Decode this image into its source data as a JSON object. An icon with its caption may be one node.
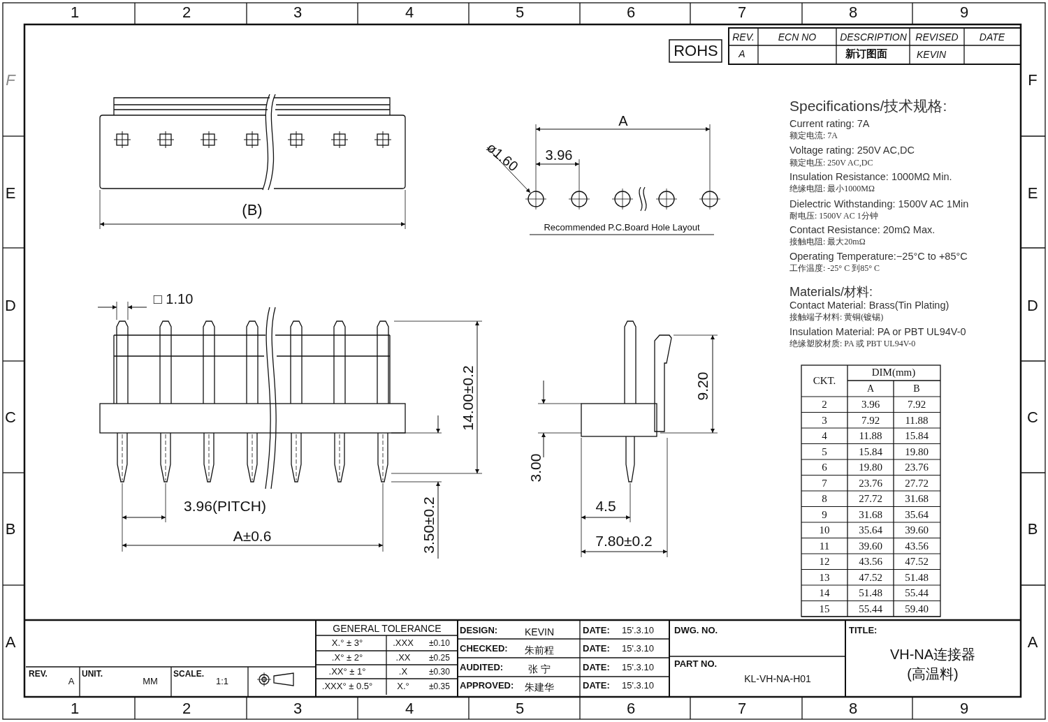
{
  "diagram": {
    "labels": [
      "1",
      "2",
      "3",
      "4",
      "5",
      "6",
      "7",
      "8",
      "9",
      "1",
      "2",
      "3",
      "4",
      "5",
      "6",
      "7",
      "8",
      "9",
      "F",
      "E",
      "D",
      "C",
      "B",
      "A",
      "F",
      "E",
      "D",
      "C",
      "B",
      "A",
      "ROHS",
      "REV.",
      "ECN NO",
      "DESCRIPTION",
      "REVISED",
      "DATE",
      "A",
      "新订图面",
      "KEVIN",
      "(B)",
      "A",
      "ø1.60",
      "3.96",
      "Recommended P.C.Board Hole Layout",
      "□ 1.10",
      "14.00±0.2",
      "3.96(PITCH)",
      "A±0.6",
      "3.50±0.2",
      "9.20",
      "3.00",
      "4.5",
      "7.80±0.2",
      "Specifications/技术规格:",
      "Current rating: 7A",
      "额定电流: 7A",
      "Voltage rating: 250V AC,DC",
      "额定电压: 250V AC,DC",
      "Insulation Resistance: 1000MΩ Min.",
      "绝缘电阻: 最小1000MΩ",
      "Dielectric Withstanding: 1500V AC 1Min",
      "耐电压: 1500V AC 1分钟",
      "Contact Resistance: 20mΩ Max.",
      "接触电阻: 最大20mΩ",
      "Operating Temperature:−25°C to +85°C",
      "工作温度: -25° C 到85° C",
      "Materials/材料:",
      "Contact Material: Brass(Tin Plating)",
      "接触端子材料: 黄铜(镀锡)",
      "Insulation Material: PA or PBT UL94V-0",
      "绝缘塑胶材质: PA 或 PBT UL94V-0",
      "CKT.",
      "DIM(mm)",
      "A",
      "B",
      "2",
      "3.96",
      "7.92",
      "3",
      "7.92",
      "11.88",
      "4",
      "11.88",
      "15.84",
      "5",
      "15.84",
      "19.80",
      "6",
      "19.80",
      "23.76",
      "7",
      "23.76",
      "27.72",
      "8",
      "27.72",
      "31.68",
      "9",
      "31.68",
      "35.64",
      "10",
      "35.64",
      "39.60",
      "11",
      "39.60",
      "43.56",
      "12",
      "43.56",
      "47.52",
      "13",
      "47.52",
      "51.48",
      "14",
      "51.48",
      "55.44",
      "15",
      "55.44",
      "59.40",
      "REV.",
      "A",
      "UNIT.",
      "MM",
      "SCALE.",
      "1:1",
      "GENERAL TOLERANCE",
      "X.° ± 3°",
      ".XXX",
      "±0.10",
      ".X° ± 2°",
      ".XX",
      "±0.25",
      ".XX° ± 1°",
      ".X",
      "±0.30",
      ".XXX° ± 0.5°",
      "X.°",
      "±0.35",
      "DESIGN:",
      "KEVIN",
      "DATE:",
      "15'.3.10",
      "CHECKED:",
      "朱前程",
      "DATE:",
      "15'.3.10",
      "AUDITED:",
      "张 宁",
      "DATE:",
      "15'.3.10",
      "APPROVED:",
      "朱建华",
      "DATE:",
      "15'.3.10",
      "DWG. NO.",
      "PART NO.",
      "KL-VH-NA-H01",
      "TITLE:",
      "VH-NA连接器",
      "(高温料)"
    ]
  }
}
